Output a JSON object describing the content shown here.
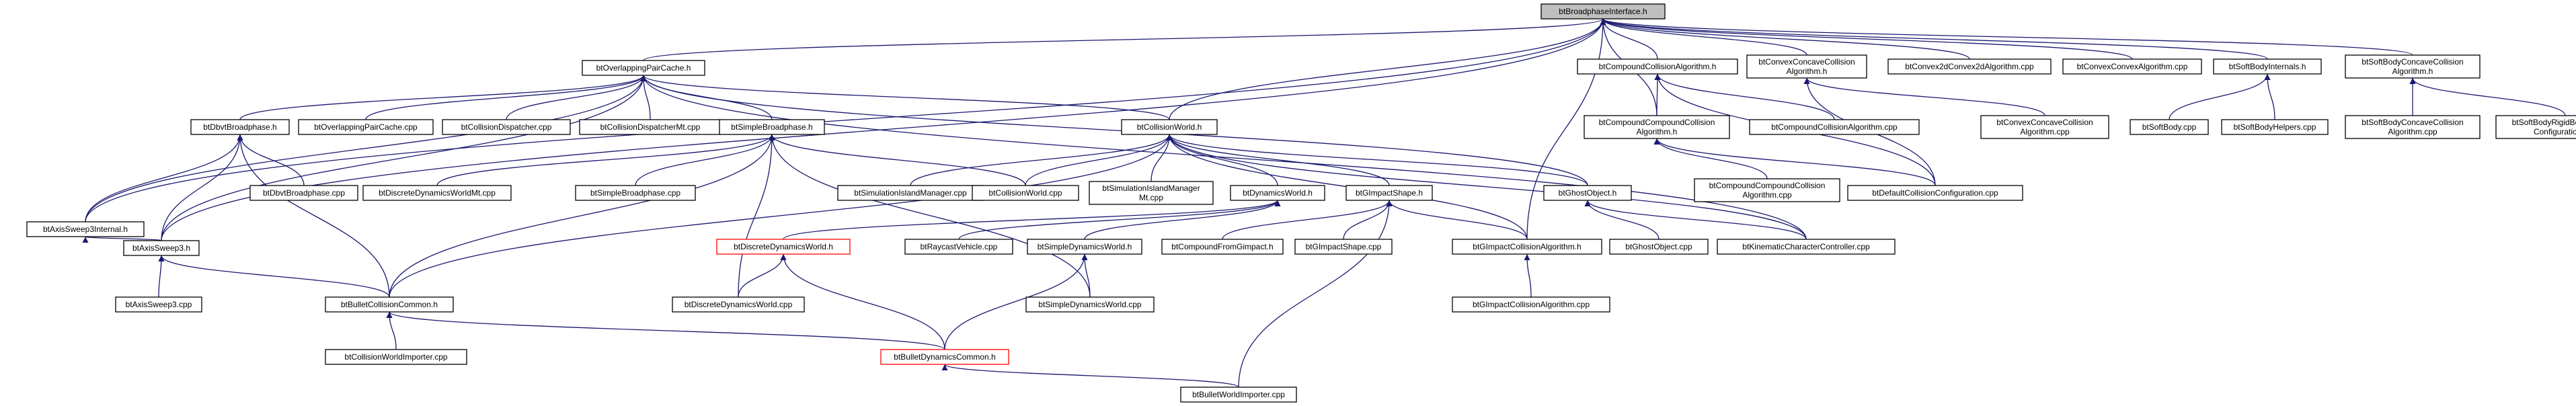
{
  "diagram": {
    "nodes": [
      {
        "id": "root",
        "lines": [
          "btBroadphaseInterface.h"
        ],
        "style": "root"
      },
      {
        "id": "ovpc",
        "lines": [
          "btOverlappingPairCache.h"
        ]
      },
      {
        "id": "asi",
        "lines": [
          "btAxisSweep3Internal.h"
        ]
      },
      {
        "id": "ccah",
        "lines": [
          "btCompoundCollisionAlgorithm.h"
        ]
      },
      {
        "id": "ccxca",
        "lines": [
          "btConvexConcaveCollision",
          "Algorithm.h"
        ]
      },
      {
        "id": "c2d",
        "lines": [
          "btConvex2dConvex2dAlgorithm.cpp"
        ]
      },
      {
        "id": "cca_cpp",
        "lines": [
          "btConvexConvexAlgorithm.cpp"
        ]
      },
      {
        "id": "sbi",
        "lines": [
          "btSoftBodyInternals.h"
        ]
      },
      {
        "id": "sbcca",
        "lines": [
          "btSoftBodyConcaveCollision",
          "Algorithm.h"
        ]
      },
      {
        "id": "dbvtbh",
        "lines": [
          "btDbvtBroadphase.h"
        ]
      },
      {
        "id": "opc_cpp",
        "lines": [
          "btOverlappingPairCache.cpp"
        ]
      },
      {
        "id": "cd_cpp",
        "lines": [
          "btCollisionDispatcher.cpp"
        ]
      },
      {
        "id": "cdmt",
        "lines": [
          "btCollisionDispatcherMt.cpp"
        ]
      },
      {
        "id": "sbh",
        "lines": [
          "btSimpleBroadphase.h"
        ]
      },
      {
        "id": "cwh",
        "lines": [
          "btCollisionWorld.h"
        ]
      },
      {
        "id": "ccca",
        "lines": [
          "btCompoundCompoundCollision",
          "Algorithm.h"
        ]
      },
      {
        "id": "cca2",
        "lines": [
          "btCompoundCollisionAlgorithm.cpp"
        ]
      },
      {
        "id": "ccxca_cpp",
        "lines": [
          "btConvexConcaveCollision",
          "Algorithm.cpp"
        ]
      },
      {
        "id": "sb_cpp",
        "lines": [
          "btSoftBody.cpp"
        ]
      },
      {
        "id": "sbh_cpp",
        "lines": [
          "btSoftBodyHelpers.cpp"
        ]
      },
      {
        "id": "sbcca_cpp",
        "lines": [
          "btSoftBodyConcaveCollision",
          "Algorithm.cpp"
        ]
      },
      {
        "id": "sbrb",
        "lines": [
          "btSoftBodyRigidBodyCollision",
          "Configuration.cpp"
        ]
      },
      {
        "id": "dbvt_cpp",
        "lines": [
          "btDbvtBroadphase.cpp"
        ]
      },
      {
        "id": "ddwmt",
        "lines": [
          "btDiscreteDynamicsWorldMt.cpp"
        ]
      },
      {
        "id": "sb2_cpp",
        "lines": [
          "btSimpleBroadphase.cpp"
        ]
      },
      {
        "id": "sim_cpp",
        "lines": [
          "btSimulationIslandManager.cpp"
        ]
      },
      {
        "id": "cw_cpp",
        "lines": [
          "btCollisionWorld.cpp"
        ]
      },
      {
        "id": "simmt",
        "lines": [
          "btSimulationIslandManager",
          "Mt.cpp"
        ]
      },
      {
        "id": "dwh",
        "lines": [
          "btDynamicsWorld.h"
        ]
      },
      {
        "id": "gish",
        "lines": [
          "btGImpactShape.h"
        ]
      },
      {
        "id": "goh",
        "lines": [
          "btGhostObject.h"
        ]
      },
      {
        "id": "ccc_cpp",
        "lines": [
          "btCompoundCompoundCollision",
          "Algorithm.cpp"
        ]
      },
      {
        "id": "dcc",
        "lines": [
          "btDefaultCollisionConfiguration.cpp"
        ]
      },
      {
        "id": "as3h",
        "lines": [
          "btAxisSweep3.h"
        ]
      },
      {
        "id": "ddwh",
        "lines": [
          "btDiscreteDynamicsWorld.h"
        ],
        "style": "red"
      },
      {
        "id": "rv",
        "lines": [
          "btRaycastVehicle.cpp"
        ]
      },
      {
        "id": "sdwh",
        "lines": [
          "btSimpleDynamicsWorld.h"
        ]
      },
      {
        "id": "cfg",
        "lines": [
          "btCompoundFromGimpact.h"
        ]
      },
      {
        "id": "gis_cpp",
        "lines": [
          "btGImpactShape.cpp"
        ]
      },
      {
        "id": "gica",
        "lines": [
          "btGImpactCollisionAlgorithm.h"
        ]
      },
      {
        "id": "go_cpp",
        "lines": [
          "btGhostObject.cpp"
        ]
      },
      {
        "id": "kcc",
        "lines": [
          "btKinematicCharacterController.cpp"
        ]
      },
      {
        "id": "as3_cpp",
        "lines": [
          "btAxisSweep3.cpp"
        ]
      },
      {
        "id": "bcch",
        "lines": [
          "btBulletCollisionCommon.h"
        ]
      },
      {
        "id": "ddw_cpp",
        "lines": [
          "btDiscreteDynamicsWorld.cpp"
        ]
      },
      {
        "id": "sdw_cpp",
        "lines": [
          "btSimpleDynamicsWorld.cpp"
        ]
      },
      {
        "id": "gica_cpp",
        "lines": [
          "btGImpactCollisionAlgorithm.cpp"
        ]
      },
      {
        "id": "cwi",
        "lines": [
          "btCollisionWorldImporter.cpp"
        ]
      },
      {
        "id": "bdch",
        "lines": [
          "btBulletDynamicsCommon.h"
        ],
        "style": "red"
      },
      {
        "id": "bwi",
        "lines": [
          "btBulletWorldImporter.cpp"
        ]
      }
    ],
    "edges": [
      [
        "root",
        "ovpc"
      ],
      [
        "root",
        "asi"
      ],
      [
        "root",
        "ccah"
      ],
      [
        "root",
        "ccxca"
      ],
      [
        "root",
        "c2d"
      ],
      [
        "root",
        "cca_cpp"
      ],
      [
        "root",
        "sbi"
      ],
      [
        "root",
        "sbcca"
      ],
      [
        "root",
        "cwh"
      ],
      [
        "root",
        "ccca"
      ],
      [
        "root",
        "gica"
      ],
      [
        "root",
        "as3h"
      ],
      [
        "ovpc",
        "dbvtbh"
      ],
      [
        "ovpc",
        "opc_cpp"
      ],
      [
        "ovpc",
        "cd_cpp"
      ],
      [
        "ovpc",
        "cdmt"
      ],
      [
        "ovpc",
        "sbh"
      ],
      [
        "ovpc",
        "cwh"
      ],
      [
        "ovpc",
        "goh"
      ],
      [
        "ovpc",
        "kcc"
      ],
      [
        "ovpc",
        "asi"
      ],
      [
        "ovpc",
        "as3h"
      ],
      [
        "ccah",
        "ccca"
      ],
      [
        "ccah",
        "cca2"
      ],
      [
        "ccah",
        "dcc"
      ],
      [
        "ccxca",
        "ccxca_cpp"
      ],
      [
        "ccxca",
        "dcc"
      ],
      [
        "sbi",
        "sb_cpp"
      ],
      [
        "sbi",
        "sbh_cpp"
      ],
      [
        "sbcca",
        "sbcca_cpp"
      ],
      [
        "sbcca",
        "sbrb"
      ],
      [
        "dbvtbh",
        "dbvt_cpp"
      ],
      [
        "dbvtbh",
        "asi"
      ],
      [
        "dbvtbh",
        "as3h"
      ],
      [
        "dbvtbh",
        "bcch"
      ],
      [
        "sbh",
        "ddwmt"
      ],
      [
        "sbh",
        "sb2_cpp"
      ],
      [
        "sbh",
        "cw_cpp"
      ],
      [
        "sbh",
        "bcch"
      ],
      [
        "sbh",
        "ddw_cpp"
      ],
      [
        "sbh",
        "sdw_cpp"
      ],
      [
        "cwh",
        "sim_cpp"
      ],
      [
        "cwh",
        "cw_cpp"
      ],
      [
        "cwh",
        "simmt"
      ],
      [
        "cwh",
        "dwh"
      ],
      [
        "cwh",
        "gish"
      ],
      [
        "cwh",
        "goh"
      ],
      [
        "cwh",
        "kcc"
      ],
      [
        "cwh",
        "bcch"
      ],
      [
        "cwh",
        "gica"
      ],
      [
        "ccca",
        "ccc_cpp"
      ],
      [
        "ccca",
        "dcc"
      ],
      [
        "asi",
        "as3h"
      ],
      [
        "dwh",
        "ddwh"
      ],
      [
        "dwh",
        "rv"
      ],
      [
        "dwh",
        "sdwh"
      ],
      [
        "gish",
        "cfg"
      ],
      [
        "gish",
        "gis_cpp"
      ],
      [
        "gish",
        "gica"
      ],
      [
        "gish",
        "bwi"
      ],
      [
        "goh",
        "go_cpp"
      ],
      [
        "goh",
        "kcc"
      ],
      [
        "as3h",
        "as3_cpp"
      ],
      [
        "as3h",
        "bcch"
      ],
      [
        "ddwh",
        "ddw_cpp"
      ],
      [
        "ddwh",
        "bdch"
      ],
      [
        "sdwh",
        "sdw_cpp"
      ],
      [
        "sdwh",
        "bdch"
      ],
      [
        "gica",
        "gica_cpp"
      ],
      [
        "bcch",
        "cwi"
      ],
      [
        "bcch",
        "bdch"
      ],
      [
        "bdch",
        "bwi"
      ]
    ]
  },
  "colors": {
    "edge": "#191970",
    "node_border": "#000000",
    "root_fill": "#bfbfbf",
    "highlight_border": "#ff0000"
  }
}
